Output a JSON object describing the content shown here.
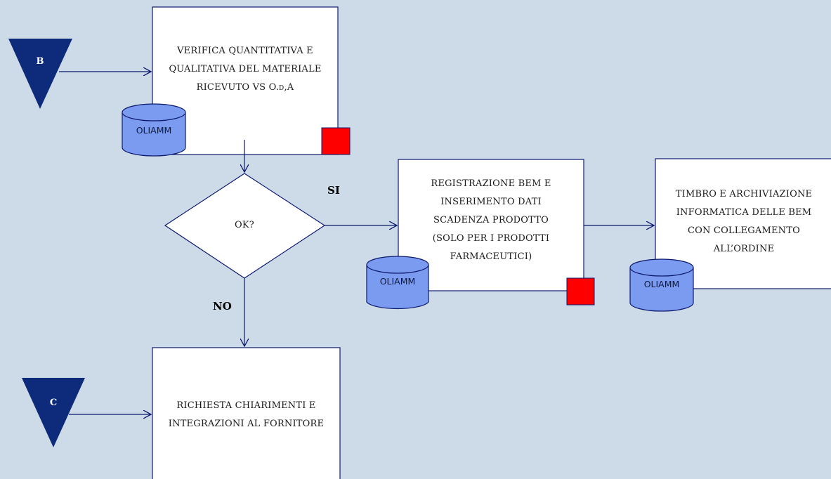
{
  "colors": {
    "background": "#cddbe9",
    "connector": "#0d1a6e",
    "triangle": "#0e2a7a",
    "database_fill": "#7b9bf0",
    "marker": "#ff0000"
  },
  "connectors": {
    "B": "B",
    "C": "C"
  },
  "boxes": {
    "verifica": "VERIFICA QUANTITATIVA E\nQUALITATIVA DEL MATERIALE\nRICEVUTO VS O.d,A",
    "registrazione": "REGISTRAZIONE BEM E\nINSERIMENTO DATI\nSCADENZA PRODOTTO\n(SOLO PER I PRODOTTI\nFARMACEUTICI)",
    "timbro": "TIMBRO E ARCHIVIAZIONE\nINFORMATICA DELLE BEM\nCON COLLEGAMENTO\nALL’ORDINE",
    "richiesta": "RICHIESTA CHIARIMENTI E\nINTEGRAZIONI AL FORNITORE"
  },
  "decision": {
    "label": "OK?",
    "yes": "SI",
    "no": "NO"
  },
  "databases": {
    "db1": "OLIAMM",
    "db2": "OLIAMM",
    "db3": "OLIAMM"
  }
}
